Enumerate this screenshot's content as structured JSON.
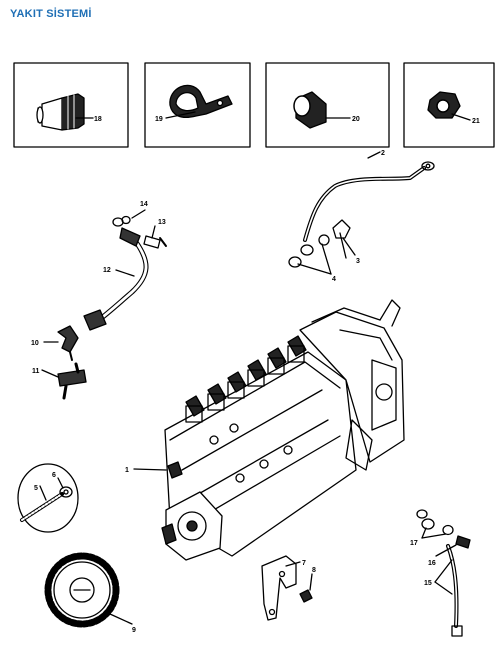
{
  "header": {
    "title": "YAKIT SİSTEMİ"
  },
  "callouts": {
    "c1": "1",
    "c2": "2",
    "c3": "3",
    "c4": "4",
    "c5": "5",
    "c6": "6",
    "c7": "7",
    "c8": "8",
    "c9": "9",
    "c10": "10",
    "c11": "11",
    "c12": "12",
    "c13": "13",
    "c14": "14",
    "c15": "15",
    "c16": "16",
    "c17": "17",
    "c18": "18",
    "c19": "19",
    "c20": "20",
    "c21": "21"
  },
  "colors": {
    "title": "#1f6fb5",
    "ink": "#000000",
    "background": "#ffffff"
  }
}
